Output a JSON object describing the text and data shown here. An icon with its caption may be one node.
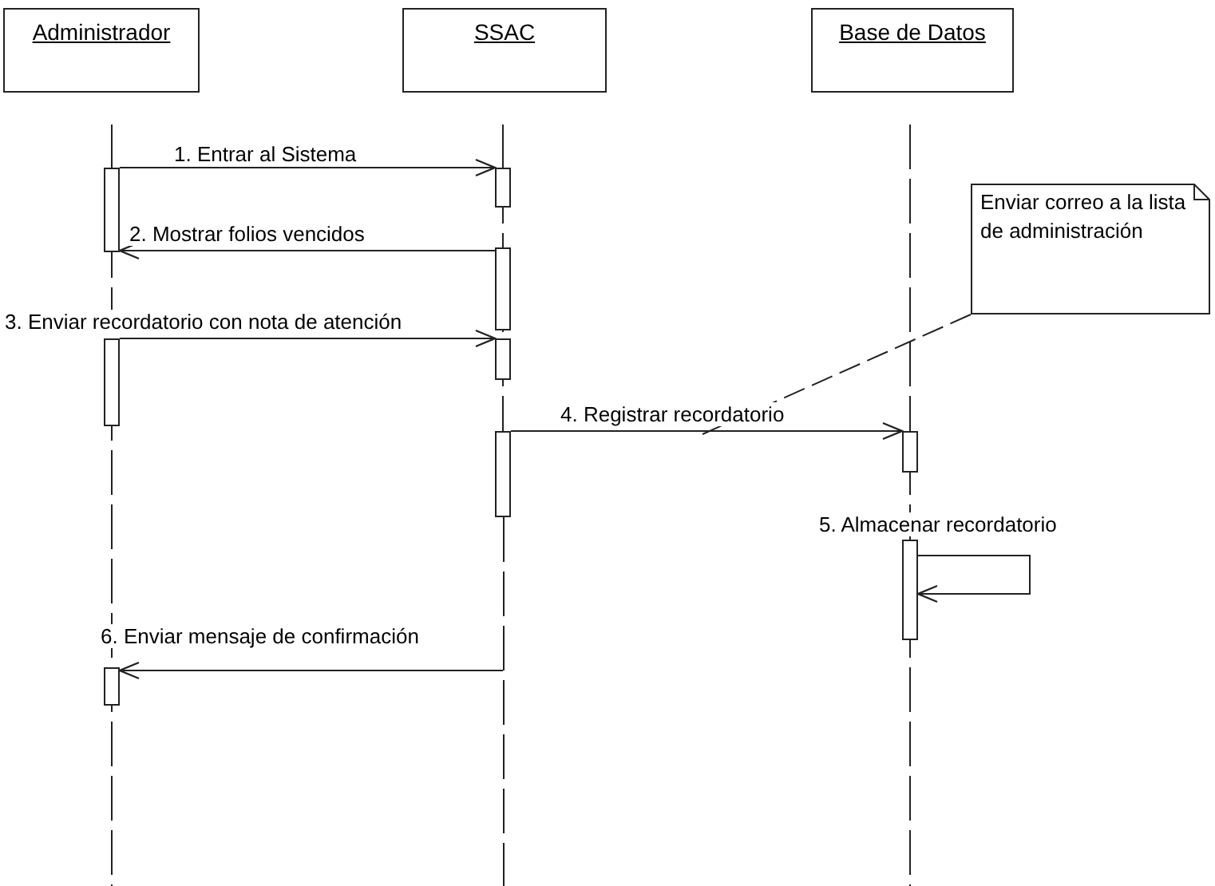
{
  "diagram": {
    "nodes": [
      {
        "text": [
          "Administrador"
        ]
      },
      {
        "text": [
          "SSAC"
        ]
      },
      {
        "text": [
          "Base de Datos"
        ]
      },
      {
        "text": [
          "Enviar correo a la lista de administración"
        ]
      },
      {
        "text": [],
        "shape": "bar"
      },
      {
        "text": [],
        "shape": "bar"
      },
      {
        "text": [],
        "shape": "bar"
      },
      {
        "text": [],
        "shape": "bar"
      },
      {
        "text": [],
        "shape": "bar"
      },
      {
        "text": [],
        "shape": "bar"
      },
      {
        "text": [],
        "shape": "bar"
      },
      {
        "text": [],
        "shape": "bar"
      },
      {
        "text": [],
        "shape": "bar"
      },
      {
        "text": [],
        "shape": "line"
      }
    ],
    "edges": [
      {
        "from": 4,
        "to": 5,
        "arrow": "to",
        "label": "1. Entrar al Sistema"
      },
      {
        "from": 6,
        "to": 4,
        "arrow": "to",
        "label": "2. Mostrar folios vencidos"
      },
      {
        "from": 7,
        "to": 8,
        "arrow": "to",
        "label": "3. Enviar recordatorio con nota de atención"
      },
      {
        "from": 9,
        "to": 10,
        "arrow": "to",
        "label": "4. Registrar recordatorio"
      },
      {
        "from": 11,
        "to": 11,
        "arrow": "to",
        "label": "5. Almacenar recordatorio"
      },
      {
        "from": 13,
        "to": 12,
        "arrow": "to",
        "label": "6. Enviar mensaje de confirmación"
      },
      {
        "from": 3,
        "to": null,
        "arrow": "none",
        "style": "dashed"
      }
    ]
  }
}
